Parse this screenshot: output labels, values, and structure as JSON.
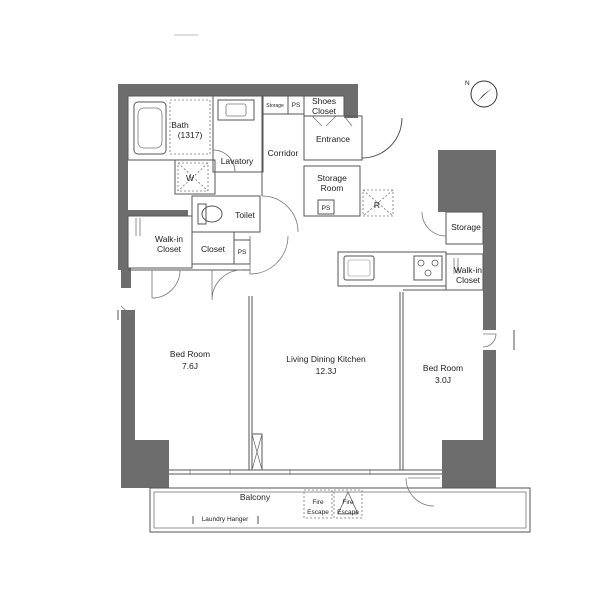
{
  "rooms": {
    "bath": "Bath",
    "bath_size": "(1317)",
    "storage_top": "Storage",
    "ps_top": "PS",
    "shoes_closet_1": "Shoes",
    "shoes_closet_2": "Closet",
    "lavatory": "Lavatory",
    "corridor": "Corridor",
    "entrance": "Entrance",
    "storage_room_1": "Storage",
    "storage_room_2": "Room",
    "ps_mid": "PS",
    "refrigerator": "R",
    "washer": "W",
    "toilet": "Toilet",
    "walkin_left_1": "Walk-in",
    "walkin_left_2": "Closet",
    "closet": "Closet",
    "ps_closet": "PS",
    "storage_right": "Storage",
    "walkin_right_1": "Walk-in",
    "walkin_right_2": "Closet",
    "bedroom_left": "Bed Room",
    "bedroom_left_size": "7.6J",
    "ldk": "Living Dining Kitchen",
    "ldk_size": "12.3J",
    "bedroom_right": "Bed Room",
    "bedroom_right_size": "3.0J",
    "balcony": "Balcony",
    "laundry_hanger": "Laundry Hanger",
    "fire_escape_1a": "Fire",
    "fire_escape_1b": "Escape",
    "fire_escape_2a": "Fire",
    "fire_escape_2b": "Escape"
  },
  "compass_label": "N",
  "colors": {
    "wall": "#6d6d6d",
    "line": "#555555",
    "background": "#ffffff"
  }
}
